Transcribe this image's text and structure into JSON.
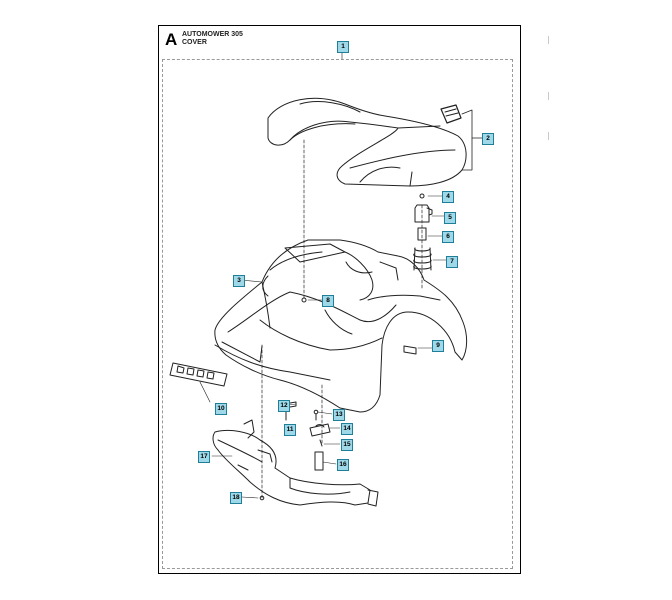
{
  "header": {
    "section_letter": "A",
    "title_line1": "AUTOMOWER 305",
    "title_line2": "COVER"
  },
  "callouts": [
    {
      "id": "c1",
      "label": "1"
    },
    {
      "id": "c2",
      "label": "2"
    },
    {
      "id": "c3",
      "label": "3"
    },
    {
      "id": "c4",
      "label": "4"
    },
    {
      "id": "c5",
      "label": "5"
    },
    {
      "id": "c6",
      "label": "6"
    },
    {
      "id": "c7",
      "label": "7"
    },
    {
      "id": "c8",
      "label": "8"
    },
    {
      "id": "c9",
      "label": "9"
    },
    {
      "id": "c10",
      "label": "10"
    },
    {
      "id": "c11",
      "label": "11"
    },
    {
      "id": "c12",
      "label": "12"
    },
    {
      "id": "c13",
      "label": "13"
    },
    {
      "id": "c14",
      "label": "14"
    },
    {
      "id": "c15",
      "label": "15"
    },
    {
      "id": "c16",
      "label": "16"
    },
    {
      "id": "c17",
      "label": "17"
    },
    {
      "id": "c18",
      "label": "18"
    }
  ]
}
